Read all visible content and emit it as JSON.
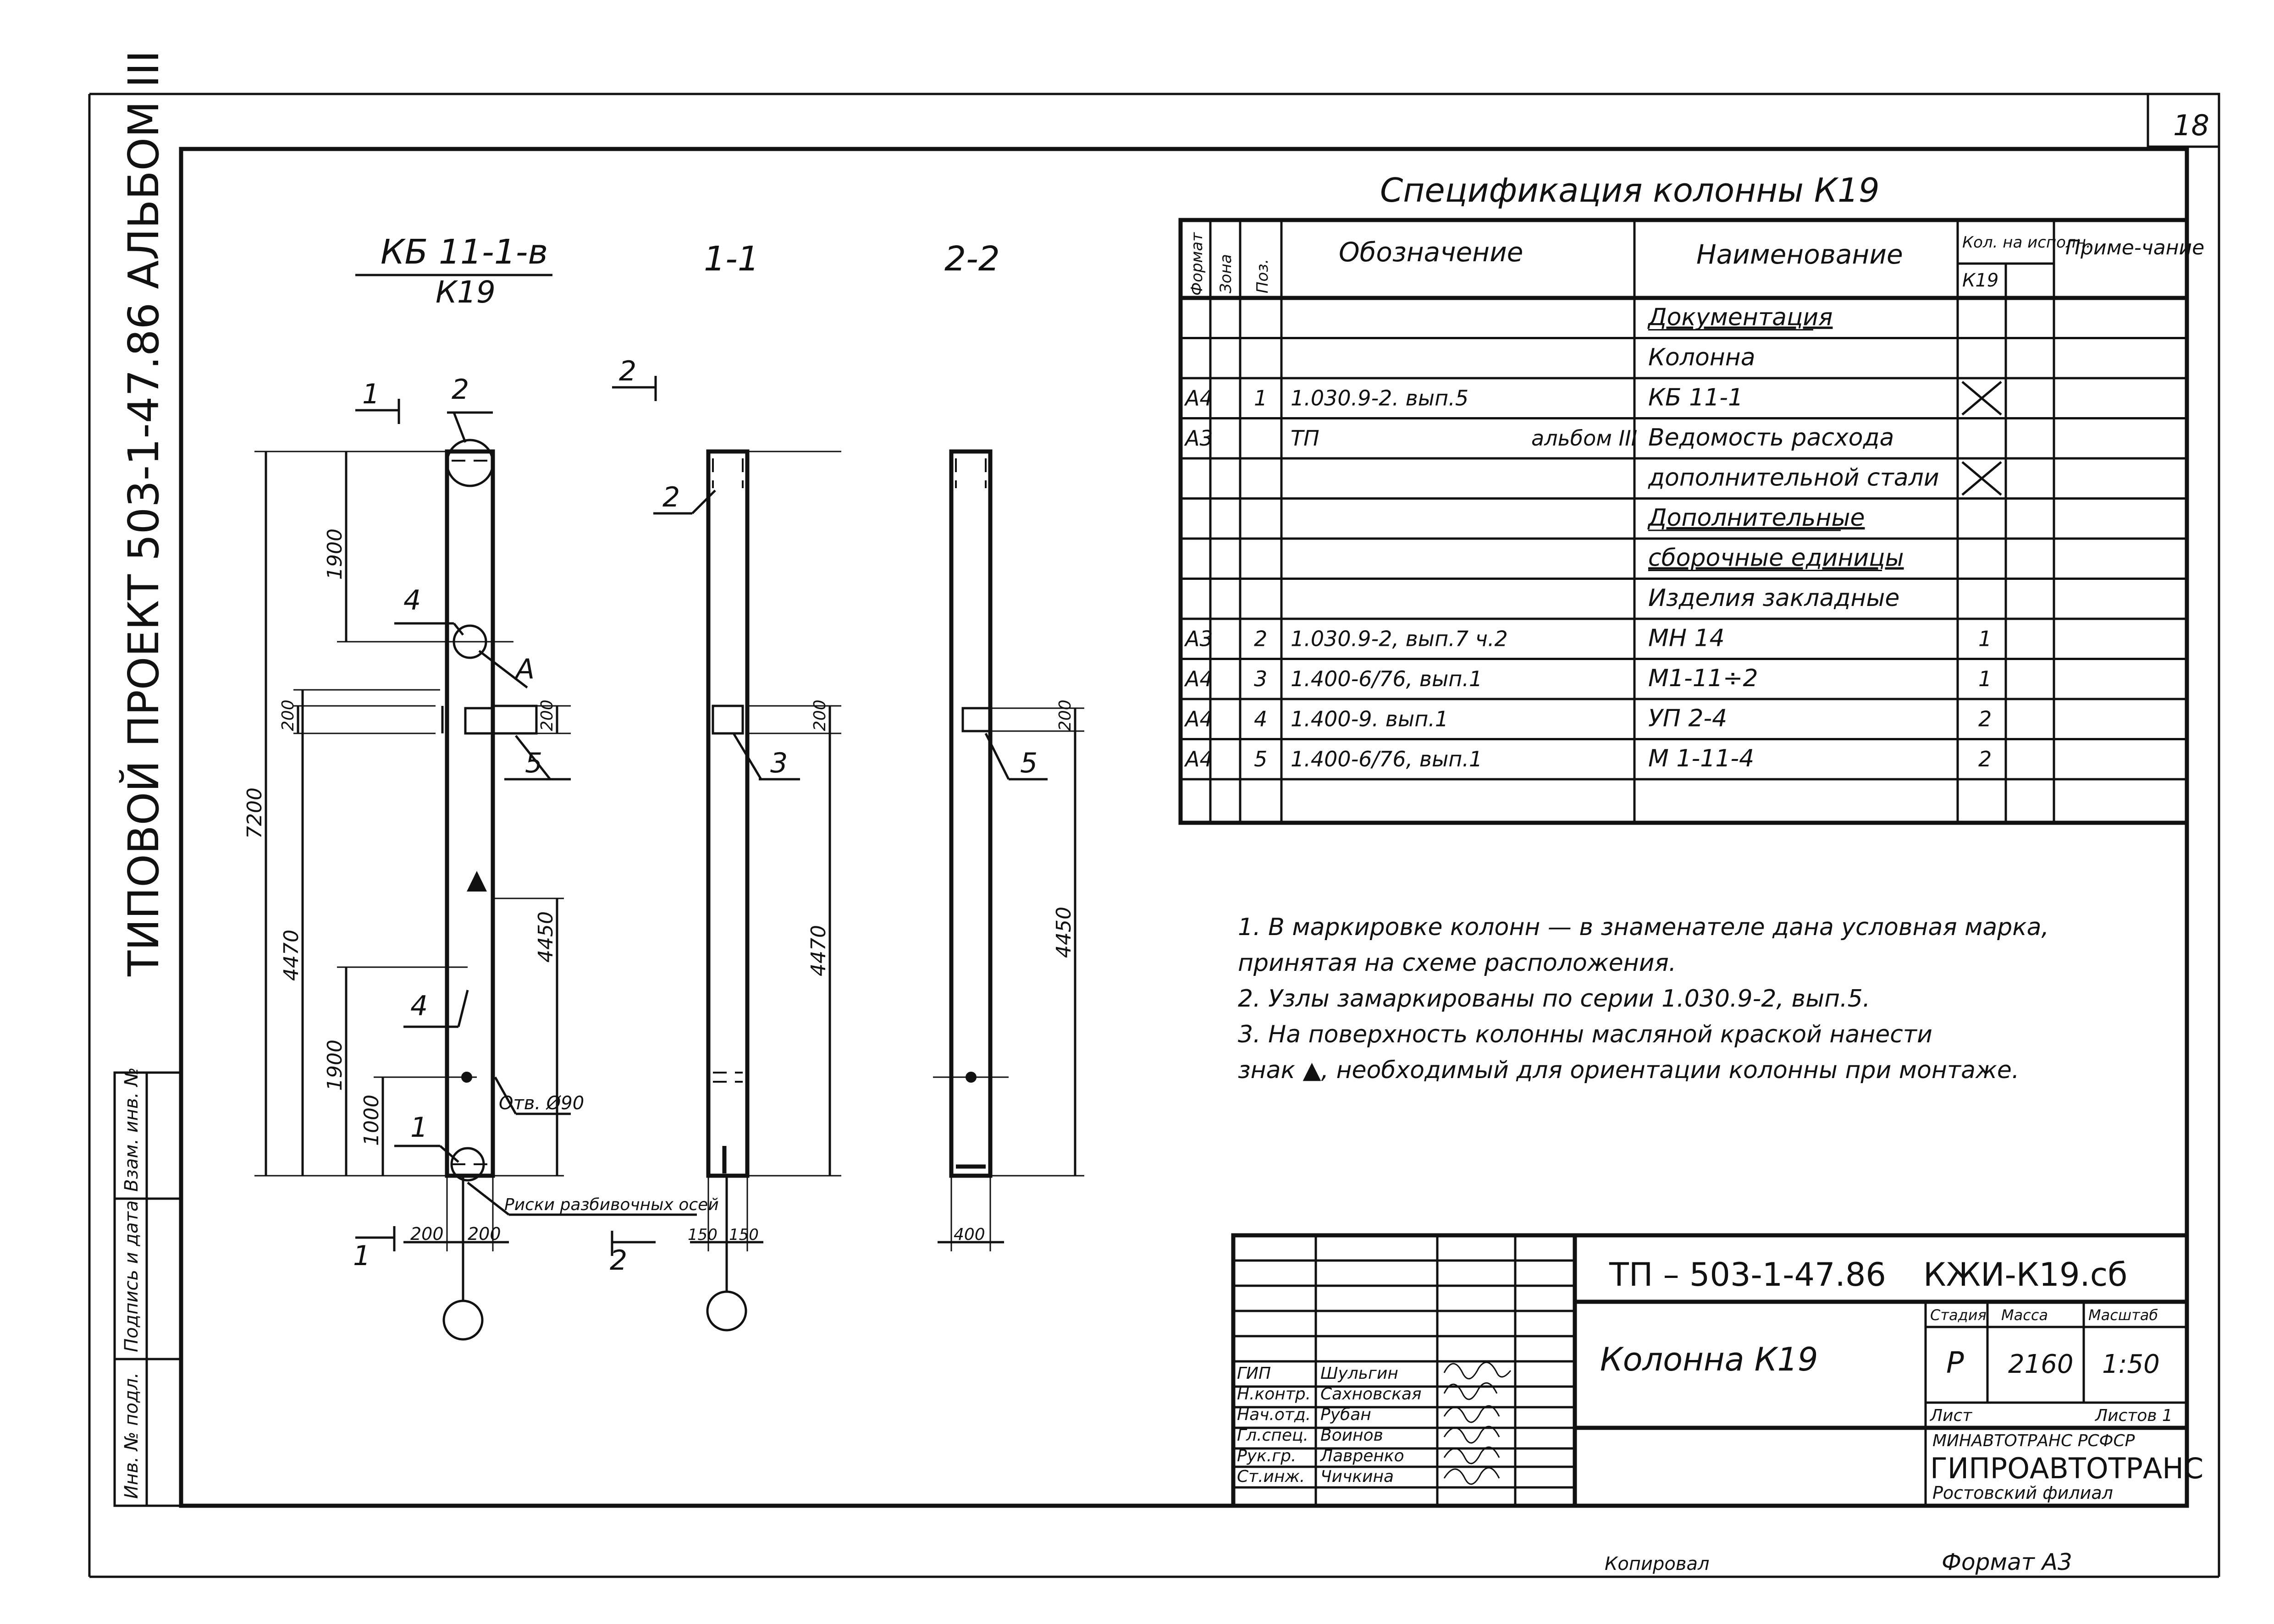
{
  "sheet_number": "18",
  "side_title": "ТИПОВОЙ ПРОЕКТ 503-1-47.86 АЛЬБОМ III",
  "side_stamp": [
    "Инв. № подл.",
    "Подпись и дата",
    "Взам. инв. №"
  ],
  "drawing": {
    "main_view": {
      "mark_top": "КБ 11-1-в",
      "mark_bottom": "К19"
    },
    "section_1": "1-1",
    "section_2": "2-2",
    "section_marks": {
      "s1": "1",
      "s2": "2"
    },
    "positions": {
      "p1": "1",
      "p2": "2",
      "p3": "3",
      "p4": "4",
      "p5": "5"
    },
    "node_label": "А",
    "hole_label": "Отв. Ø90",
    "axis_marks_note": "Риски разбивочных осей",
    "dims": {
      "d7200": "7200",
      "d1900a": "1900",
      "d4470": "4470",
      "d1900b": "1900",
      "d1000": "1000",
      "d200a": "200",
      "d200b": "200",
      "d4450": "4450",
      "d200c": "200",
      "d4470b": "4470",
      "d200d": "200",
      "d4450b": "4450",
      "w200a": "200",
      "w200b": "200",
      "w150a": "150",
      "w150b": "150",
      "w400": "400"
    }
  },
  "spec": {
    "title": "Спецификация колонны К19",
    "headers": {
      "format": "Формат",
      "zone": "Зона",
      "pos": "Поз.",
      "designation": "Обозначение",
      "name": "Наименование",
      "qty": "Кол. на исполн.",
      "qty_sub": "К19",
      "note": "Приме-чание"
    },
    "rows": [
      {
        "format": "",
        "zone": "",
        "pos": "",
        "designation": "",
        "designation2": "",
        "name": "Документация",
        "qty": "",
        "note": "",
        "underline": true,
        "cross": false
      },
      {
        "format": "",
        "zone": "",
        "pos": "",
        "designation": "",
        "designation2": "",
        "name": "Колонна",
        "qty": "",
        "note": "",
        "underline": false,
        "cross": false
      },
      {
        "format": "А4",
        "zone": "",
        "pos": "1",
        "designation": "1.030.9-2.  вып.5",
        "designation2": "",
        "name": "КБ 11-1",
        "qty": "",
        "note": "",
        "underline": false,
        "cross": true
      },
      {
        "format": "А3",
        "zone": "",
        "pos": "",
        "designation": "ТП",
        "designation2": "альбом III",
        "name": "Ведомость расхода",
        "qty": "",
        "note": "",
        "underline": false,
        "cross": false
      },
      {
        "format": "",
        "zone": "",
        "pos": "",
        "designation": "",
        "designation2": "",
        "name": "дополнительной стали",
        "qty": "",
        "note": "",
        "underline": false,
        "cross": true
      },
      {
        "format": "",
        "zone": "",
        "pos": "",
        "designation": "",
        "designation2": "",
        "name": "Дополнительные",
        "qty": "",
        "note": "",
        "underline": true,
        "cross": false
      },
      {
        "format": "",
        "zone": "",
        "pos": "",
        "designation": "",
        "designation2": "",
        "name": "сборочные единицы",
        "qty": "",
        "note": "",
        "underline": true,
        "cross": false
      },
      {
        "format": "",
        "zone": "",
        "pos": "",
        "designation": "",
        "designation2": "",
        "name": "Изделия закладные",
        "qty": "",
        "note": "",
        "underline": false,
        "cross": false
      },
      {
        "format": "А3",
        "zone": "",
        "pos": "2",
        "designation": "1.030.9-2, вып.7 ч.2",
        "designation2": "",
        "name": "МН 14",
        "qty": "1",
        "note": "",
        "underline": false,
        "cross": false
      },
      {
        "format": "А4",
        "zone": "",
        "pos": "3",
        "designation": "1.400-6/76,  вып.1",
        "designation2": "",
        "name": "М1-11÷2",
        "qty": "1",
        "note": "",
        "underline": false,
        "cross": false
      },
      {
        "format": "А4",
        "zone": "",
        "pos": "4",
        "designation": "1.400-9.  вып.1",
        "designation2": "",
        "name": "УП 2-4",
        "qty": "2",
        "note": "",
        "underline": false,
        "cross": false
      },
      {
        "format": "А4",
        "zone": "",
        "pos": "5",
        "designation": "1.400-6/76,  вып.1",
        "designation2": "",
        "name": "М 1-11-4",
        "qty": "2",
        "note": "",
        "underline": false,
        "cross": false
      },
      {
        "format": "",
        "zone": "",
        "pos": "",
        "designation": "",
        "designation2": "",
        "name": "",
        "qty": "",
        "note": "",
        "underline": false,
        "cross": false
      }
    ]
  },
  "notes": [
    "1.  В маркировке колонн — в знаменателе дана условная марка,",
    "     принятая на схеме расположения.",
    "2.  Узлы замаркированы по серии 1.030.9-2, вып.5.",
    "3.  На поверхность колонны масляной краской нанести",
    "     знак ▲, необходимый для ориентации колонны при монтаже."
  ],
  "title_block": {
    "doc_code": "ТП – 503-1-47.86",
    "mark": "КЖИ-К19.сб",
    "object_name": "Колонна К19",
    "stage_label": "Стадия",
    "mass_label": "Масса",
    "scale_label": "Масштаб",
    "stage": "Р",
    "mass": "2160",
    "scale": "1:50",
    "sheet_label": "Лист",
    "sheets_label": "Листов 1",
    "org1": "МИНАВТОТРАНС РСФСР",
    "org2": "ГИПРОАВТОТРАНС",
    "org3": "Ростовский филиал",
    "staff": [
      {
        "role": "ГИП",
        "name": "Шульгин"
      },
      {
        "role": "Н.контр.",
        "name": "Сахновская"
      },
      {
        "role": "Нач.отд.",
        "name": "Рубан"
      },
      {
        "role": "Гл.спец.",
        "name": "Воинов"
      },
      {
        "role": "Рук.гр.",
        "name": "Лавренко"
      },
      {
        "role": "Ст.инж.",
        "name": "Чичкина"
      }
    ]
  },
  "footer": {
    "copied": "Копировал",
    "format": "Формат А3"
  }
}
